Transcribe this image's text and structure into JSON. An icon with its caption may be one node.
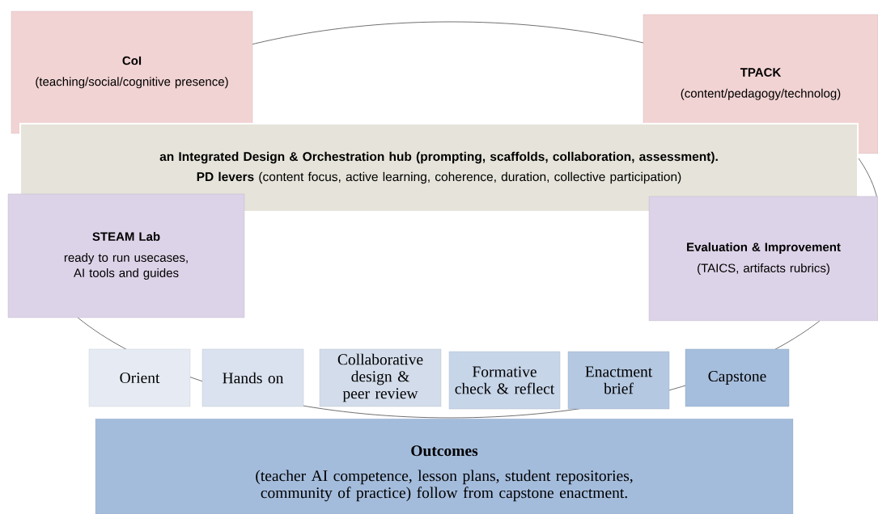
{
  "diagram": {
    "nodes": [
      {
        "text": [
          "CoI",
          "(teaching/social/cognitive presence)"
        ]
      },
      {
        "text": [
          "TPACK",
          "(content/pedagogy/technolog)"
        ]
      },
      {
        "text": [
          "an Integrated Design & Orchestration hub (prompting, scaffolds, collaboration, assessment).",
          "**PD levers** (content focus, active learning, coherence, duration, collective participation)"
        ]
      },
      {
        "text": [
          "STEAM Lab",
          "ready to run usecases, AI tools and guides"
        ]
      },
      {
        "text": [
          "Evaluation & Improvement",
          "(TAICS, artifacts rubrics)"
        ]
      },
      {
        "text": [
          "Orient"
        ]
      },
      {
        "text": [
          "Hands on"
        ]
      },
      {
        "text": [
          "Collaborative design & peer review"
        ]
      },
      {
        "text": [
          "Formative check & reflect"
        ]
      },
      {
        "text": [
          "Enactment brief"
        ]
      },
      {
        "text": [
          "Capstone"
        ]
      },
      {
        "text": [
          "Outcomes",
          "(teacher AI competence, lesson plans, student repositories, community of practice) follow from capstone enactment."
        ]
      }
    ]
  }
}
